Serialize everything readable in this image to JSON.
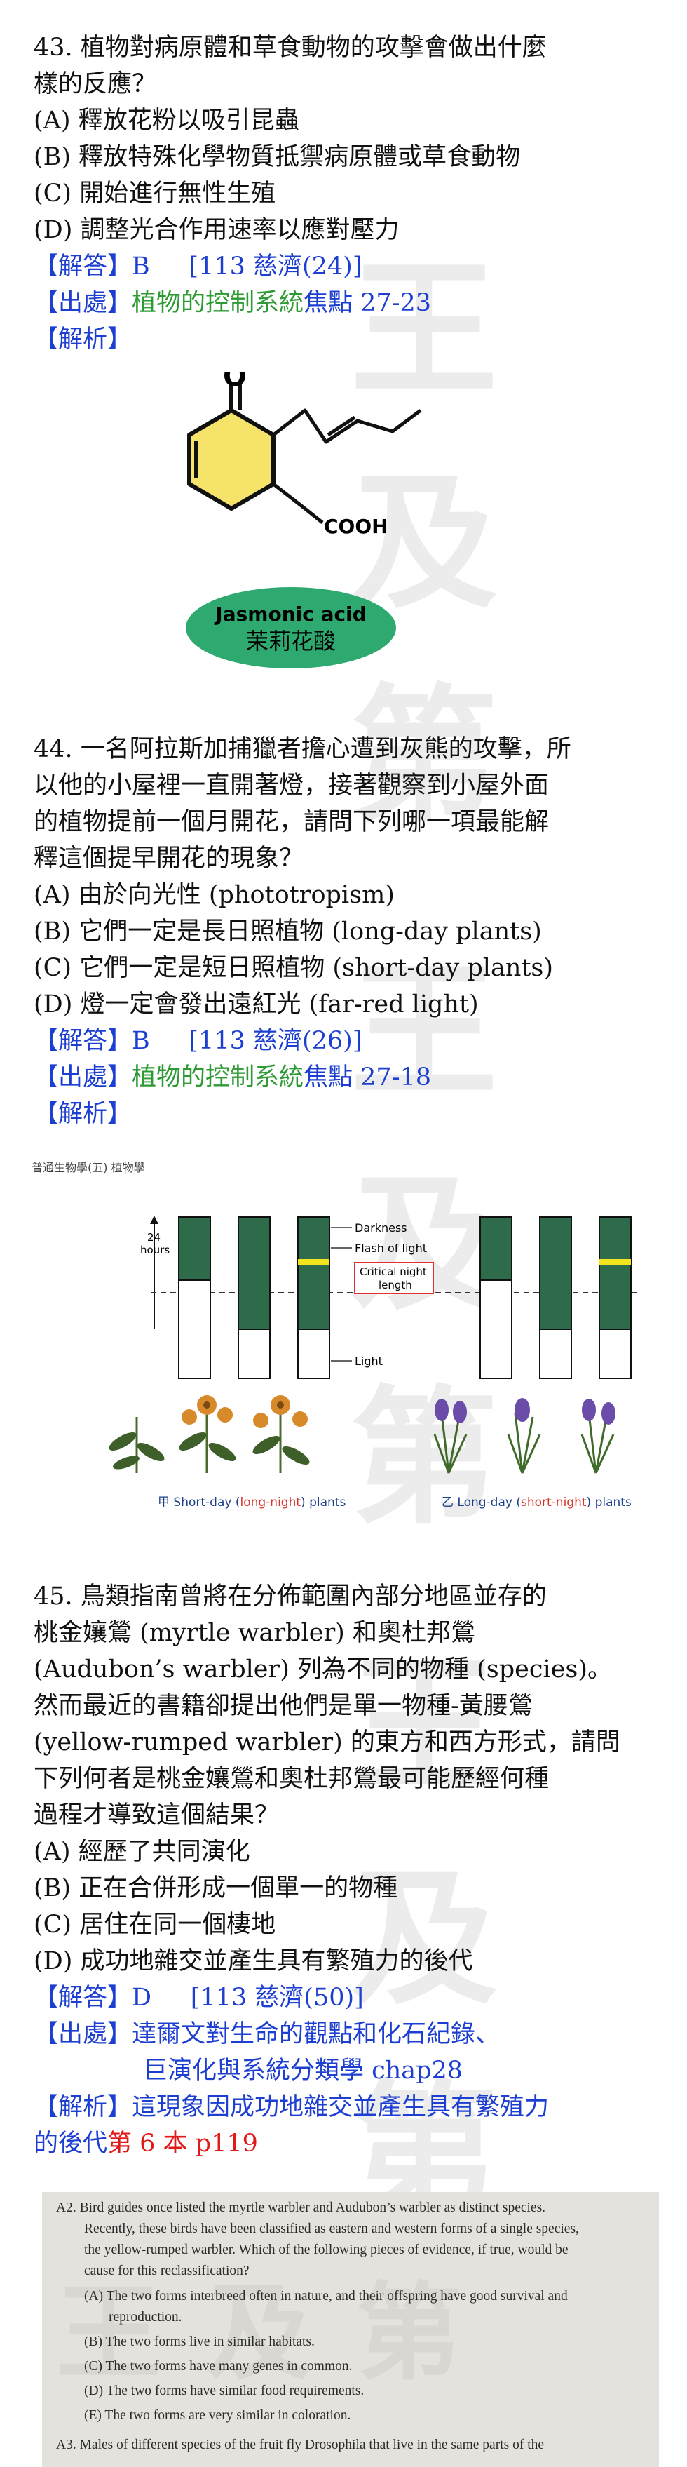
{
  "watermark": {
    "text": "王 及 第"
  },
  "q43": {
    "stem_line1": "43. 植物對病原體和草食動物的攻擊會做出什麼",
    "stem_line2": "樣的反應？",
    "options": [
      "(A)  釋放花粉以吸引昆蟲",
      "(B)  釋放特殊化學物質抵禦病原體或草食動物",
      "(C)  開始進行無性生殖",
      "(D)  調整光合作用速率以應對壓力"
    ],
    "answer_tag": "【解答】",
    "answer": "B",
    "answer_source": "[113 慈濟(24)]",
    "source_tag": "【出處】",
    "source_green": "植物的控制系統",
    "source_rest": "焦點 27-23",
    "explain_tag": "【解析】",
    "figure": {
      "cooh": "COOH",
      "oxygen": "O",
      "name_en": "Jasmonic acid",
      "name_zh": "茉莉花酸"
    }
  },
  "q44": {
    "stem_lines": [
      "44. 一名阿拉斯加捕獵者擔心遭到灰熊的攻擊，所",
      "以他的小屋裡一直開著燈，接著觀察到小屋外面",
      "的植物提前一個月開花，請問下列哪一項最能解",
      "釋這個提早開花的現象？"
    ],
    "options": [
      "(A)  由於向光性  (phototropism)",
      "(B)  它們一定是長日照植物  (long-day plants)",
      "(C)  它們一定是短日照植物  (short-day plants)",
      "(D)  燈一定會發出遠紅光  (far-red light)"
    ],
    "answer_tag": "【解答】",
    "answer": "B",
    "answer_source": "[113 慈濟(26)]",
    "source_tag": "【出處】",
    "source_green": "植物的控制系統",
    "source_rest": "焦點 27-18",
    "explain_tag": "【解析】",
    "figure": {
      "header": "普通生物學(五) 植物學",
      "hours_num": "24",
      "hours_label": "hours",
      "darkness": "Darkness",
      "flash": "Flash of light",
      "critical_1": "Critical night",
      "critical_2": "length",
      "light": "Light",
      "left_prefix": "甲  Short-day (",
      "left_red": "long-night",
      "left_suffix": ") plants",
      "right_prefix": "乙  Long-day (",
      "right_red": "short-night",
      "right_suffix": ") plants"
    }
  },
  "q45": {
    "stem_lines": [
      "45. 鳥類指南曾將在分佈範圍內部分地區並存的",
      "桃金孃鶯  (myrtle warbler)  和奧杜邦鶯",
      "(Audubon’s warbler)  列為不同的物種  (species)。",
      "然而最近的書籍卻提出他們是單一物種-黃腰鶯",
      "(yellow-rumped warbler)  的東方和西方形式，請問",
      "下列何者是桃金孃鶯和奧杜邦鶯最可能歷經何種",
      "過程才導致這個結果？"
    ],
    "options": [
      "(A)  經歷了共同演化",
      "(B)  正在合併形成一個單一的物種",
      "(C)  居住在同一個棲地",
      "(D)  成功地雜交並產生具有繁殖力的後代"
    ],
    "answer_tag": "【解答】",
    "answer": "D",
    "answer_source": "[113 慈濟(50)]",
    "source_tag": "【出處】",
    "source_line1": "達爾文對生命的觀點和化石紀錄、",
    "source_line2": "巨演化與系統分類學 chap28",
    "explain_tag": "【解析】",
    "explain_line1": "這現象因成功地雜交並產生具有繁殖力",
    "explain_line2_blue": "的後代",
    "explain_line2_red": "第 6 本 p119",
    "photo": {
      "lines": [
        "A2. Bird guides once listed the myrtle warbler and Audubon’s warbler as distinct species.",
        "Recently, these birds have been classified as eastern and western forms of a single species,",
        "the yellow-rumped warbler. Which of the following pieces of evidence, if true, would be",
        "cause for this reclassification?",
        "(A) The two forms interbreed often in nature, and their offspring have good survival and",
        "reproduction.",
        "(B) The two forms live in similar habitats.",
        "(C) The two forms have many genes in common.",
        "(D) The two forms have similar food requirements.",
        "(E) The two forms are very similar in coloration.",
        "A3. Males of different species of the fruit fly Drosophila that live in the same parts of the"
      ]
    }
  }
}
